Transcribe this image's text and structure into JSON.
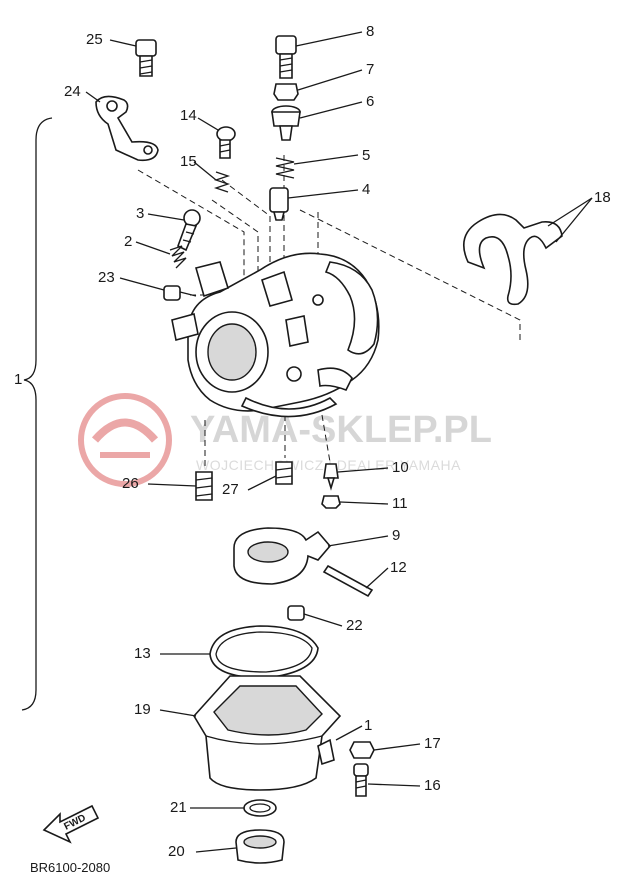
{
  "watermark": {
    "brand": "YAMA-SKLEP.PL",
    "dealer": "WOJCIECHOWICZ | DEALER YAMAHA",
    "logo_color": "#e58a8a"
  },
  "diagram": {
    "code": "BR6100-2080",
    "fwd_label": "FWD",
    "bracket_label": "1",
    "callouts": [
      "25",
      "24",
      "14",
      "15",
      "3",
      "2",
      "23",
      "8",
      "7",
      "6",
      "5",
      "4",
      "18",
      "26",
      "27",
      "10",
      "11",
      "9",
      "12",
      "22",
      "13",
      "19",
      "21",
      "20",
      "17",
      "16",
      "1"
    ]
  }
}
